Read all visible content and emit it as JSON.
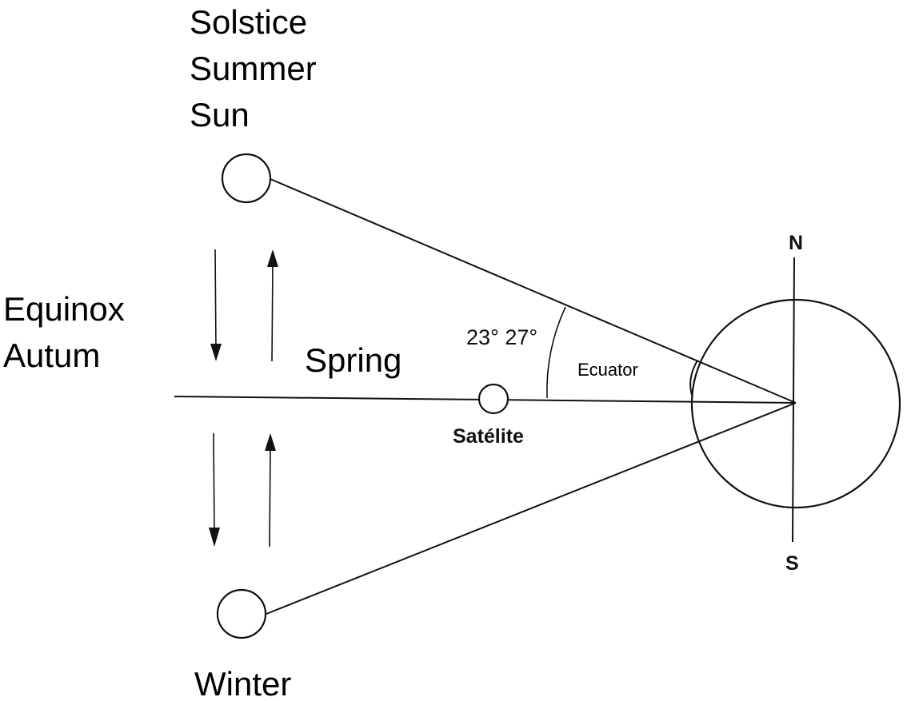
{
  "labels": {
    "summer_line1": "Solstice",
    "summer_line2": "Summer",
    "summer_line3": "Sun",
    "equinox_line1": "Equinox",
    "equinox_line2": "Autum",
    "spring": "Spring",
    "winter": "Winter",
    "angle": "23° 27°",
    "equator": "Ecuator",
    "satellite": "Satélite",
    "north": "N",
    "south": "S"
  },
  "colors": {
    "ink": "#111111",
    "background": "#ffffff"
  }
}
